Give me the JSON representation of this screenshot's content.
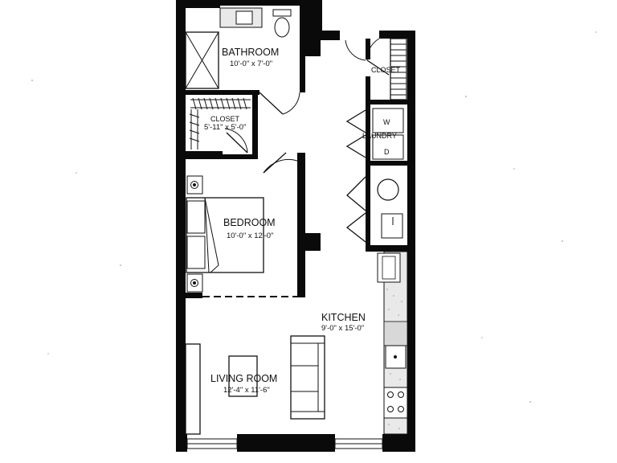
{
  "rooms": {
    "bathroom": {
      "name": "BATHROOM",
      "dims": "10'-0\" x 7'-0\""
    },
    "closet_bed": {
      "name": "CLOSET",
      "dims": "5'-11\" x 5'-0\""
    },
    "closet_hall": {
      "name": "CLOSET"
    },
    "laundry": {
      "name": "LAUNDRY",
      "washer": "W",
      "dryer": "D"
    },
    "bedroom": {
      "name": "BEDROOM",
      "dims": "10'-0\" x 12'-0\""
    },
    "kitchen": {
      "name": "KITCHEN",
      "dims": "9'-0\" x 15'-0\""
    },
    "living": {
      "name": "LIVING ROOM",
      "dims": "12'-4\" x 11'-6\""
    }
  }
}
